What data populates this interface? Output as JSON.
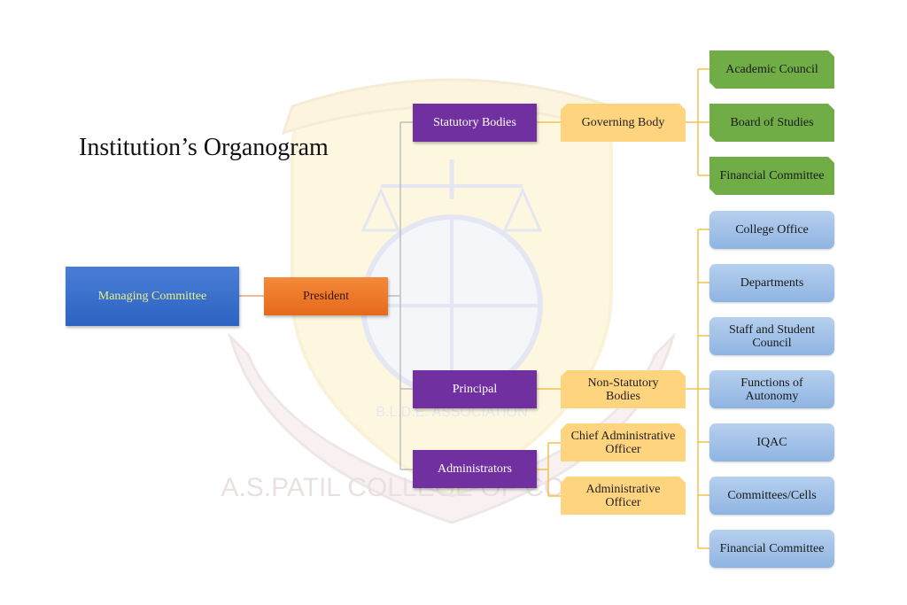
{
  "title": "Institution’s Organogram",
  "watermark": {
    "ribbon_text": "A.S.PATIL COLLEGE OF COMMERCE",
    "association_text": "B.L.D.E. ASSOCIATION"
  },
  "colors": {
    "root": "#2f6bcb",
    "president": "#ed7d31",
    "level2": "#7030a0",
    "level3": "#ffd47e",
    "statutory_children": "#70ad47",
    "non_statutory_children": "#9dbfe8",
    "connector_gray": "#bdbdbd",
    "connector_gold": "#f2c14e"
  },
  "nodes": {
    "managing_committee": "Managing Committee",
    "president": "President",
    "statutory_bodies": "Statutory Bodies",
    "principal": "Principal",
    "administrators": "Administrators",
    "governing_body": "Governing Body",
    "non_statutory_bodies": "Non-Statutory Bodies",
    "chief_administrative_officer": "Chief Administrative Officer",
    "administrative_officer": "Administrative Officer",
    "statutory_children": [
      "Academic Council",
      "Board of Studies",
      "Financial Committee"
    ],
    "non_statutory_children": [
      "College Office",
      "Departments",
      "Staff and Student Council",
      "Functions of Autonomy",
      "IQAC",
      "Committees/Cells",
      "Financial Committee"
    ]
  }
}
